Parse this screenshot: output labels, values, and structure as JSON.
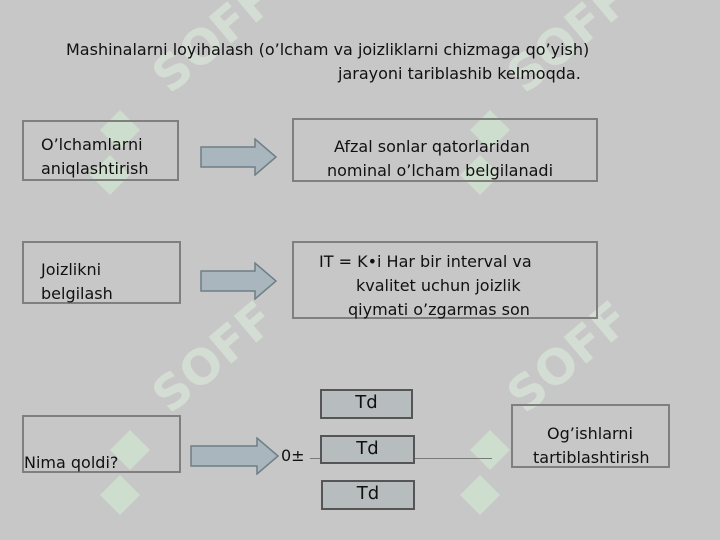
{
  "title": {
    "line1": "Mashinalarni loyihalash (o’lcham va joizliklarni chizmaga qo’yish)",
    "line2": "jarayoni  tariblashib kelmoqda."
  },
  "rows": [
    {
      "left": [
        "O’lchamlarni",
        "aniqlashtirish"
      ],
      "right": [
        "Afzal sonlar       qatorlaridan",
        "nominal o’lcham belgilanadi"
      ]
    },
    {
      "left": [
        "Joizlikni",
        "belgilash"
      ],
      "right": [
        "IT = K•i        Har bir interval va",
        "kvalitet uchun joizlik",
        "qiymati  o’zgarmas son"
      ]
    }
  ],
  "bottom": {
    "left": "Nima qoldi?",
    "zero_label": "0±",
    "td_labels": [
      "Td",
      "Td",
      "Td"
    ],
    "right": [
      "Og’ishlarni",
      "tartiblashtirish"
    ]
  },
  "watermark": {
    "text": "SOFF",
    "color": "#d8ebd8",
    "icon_color": "#cfe9cf"
  }
}
